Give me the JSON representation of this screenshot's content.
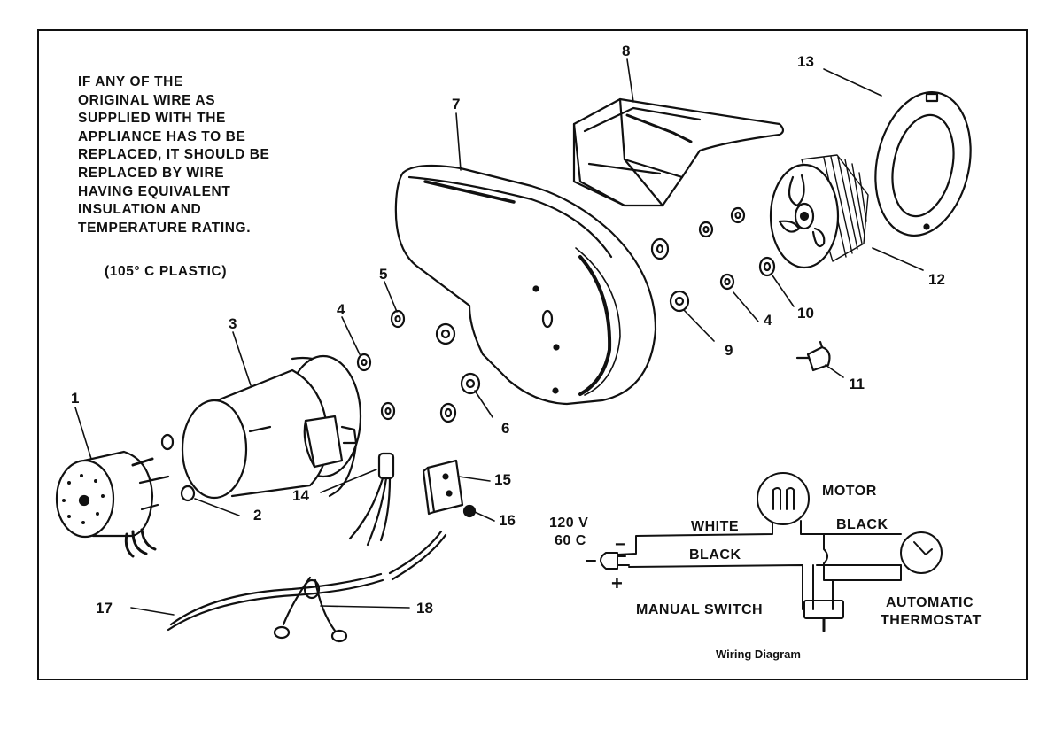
{
  "note": {
    "lines": [
      "IF ANY OF THE",
      "ORIGINAL WIRE AS",
      "SUPPLIED WITH THE",
      "APPLIANCE HAS TO BE",
      "REPLACED, IT SHOULD BE",
      "REPLACED BY WIRE",
      "HAVING EQUIVALENT",
      "INSULATION AND",
      "TEMPERATURE RATING."
    ],
    "plastic": "(105° C PLASTIC)"
  },
  "part_numbers": [
    "1",
    "2",
    "3",
    "4",
    "5",
    "6",
    "7",
    "8",
    "9",
    "4",
    "10",
    "11",
    "12",
    "13",
    "14",
    "15",
    "16",
    "17",
    "18"
  ],
  "wiring": {
    "caption": "Wiring Diagram",
    "motor": "MOTOR",
    "white": "WHITE",
    "black_top": "BLACK",
    "black_mid": "BLACK",
    "voltage": "120 V",
    "frequency": "60 C",
    "minus": "−",
    "plus": "+",
    "manual_switch": "MANUAL SWITCH",
    "thermostat_line1": "AUTOMATIC",
    "thermostat_line2": "THERMOSTAT"
  }
}
